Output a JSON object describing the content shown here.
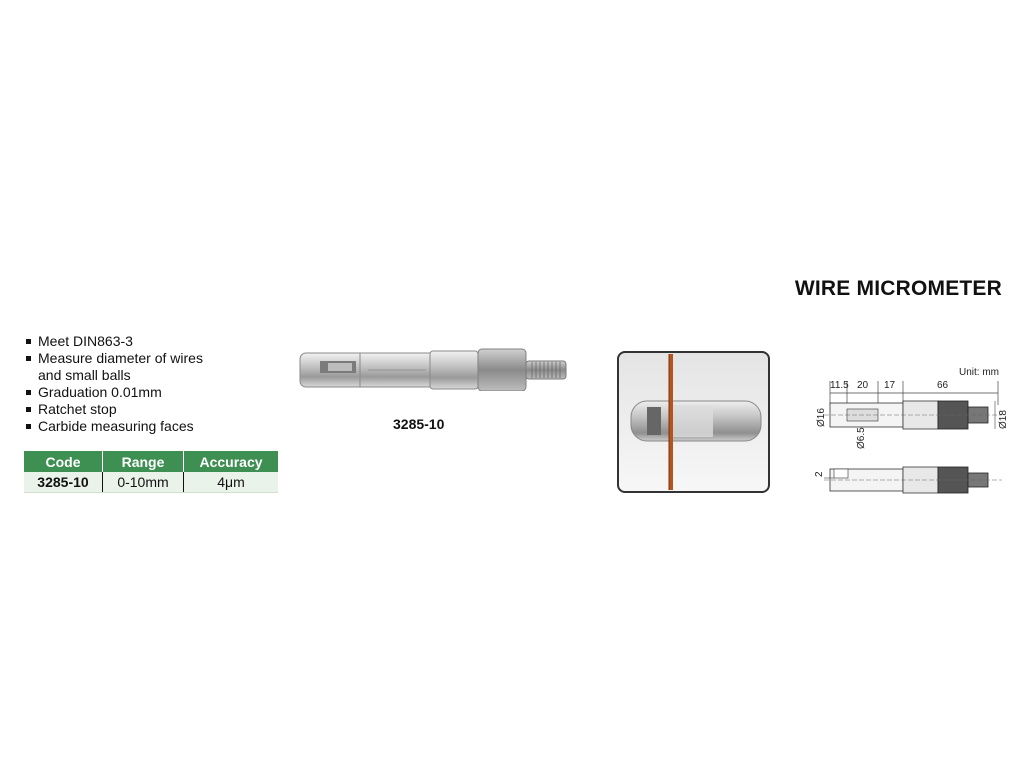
{
  "header": {
    "title": "WIRE MICROMETER"
  },
  "features": [
    "Meet DIN863-3",
    "Measure diameter of wires",
    "and small balls",
    "Graduation 0.01mm",
    "Ratchet stop",
    "Carbide measuring faces"
  ],
  "spec_table": {
    "headers": [
      "Code",
      "Range",
      "Accuracy"
    ],
    "rows": [
      [
        "3285-10",
        "0-10mm",
        "4μm"
      ]
    ]
  },
  "product": {
    "caption": "3285-10"
  },
  "drawing": {
    "unit": "Unit: mm",
    "dims": {
      "d1": "11.5",
      "d2": "20",
      "d3": "17",
      "d4": "66",
      "dia16": "Ø16",
      "dia6_5": "Ø6.5",
      "dia18": "Ø18",
      "h2": "2"
    }
  },
  "colors": {
    "table_header": "#3d8f52",
    "table_row": "#eaf3ea",
    "wire": "#b5541d"
  }
}
